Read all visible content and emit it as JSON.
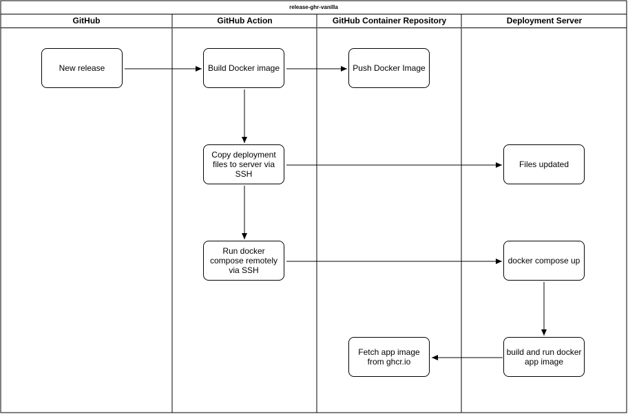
{
  "diagram": {
    "title": "release-ghr-vanilla",
    "lanes": [
      {
        "id": "github",
        "label": "GitHub"
      },
      {
        "id": "action",
        "label": "GitHub Action"
      },
      {
        "id": "ghcr",
        "label": "GitHub Container Repository"
      },
      {
        "id": "server",
        "label": "Deployment Server"
      }
    ],
    "nodes": {
      "new_release": "New release",
      "build_image": "Build Docker image",
      "push_image": "Push Docker Image",
      "copy_files": "Copy deployment files to server via SSH",
      "files_updated": "Files updated",
      "run_compose": "Run docker compose remotely via SSH",
      "compose_up": "docker compose up",
      "build_run_app": "build and run docker app image",
      "fetch_image": "Fetch app image from ghcr.io"
    },
    "colors": {
      "line": "#000000",
      "background": "#ffffff"
    }
  }
}
